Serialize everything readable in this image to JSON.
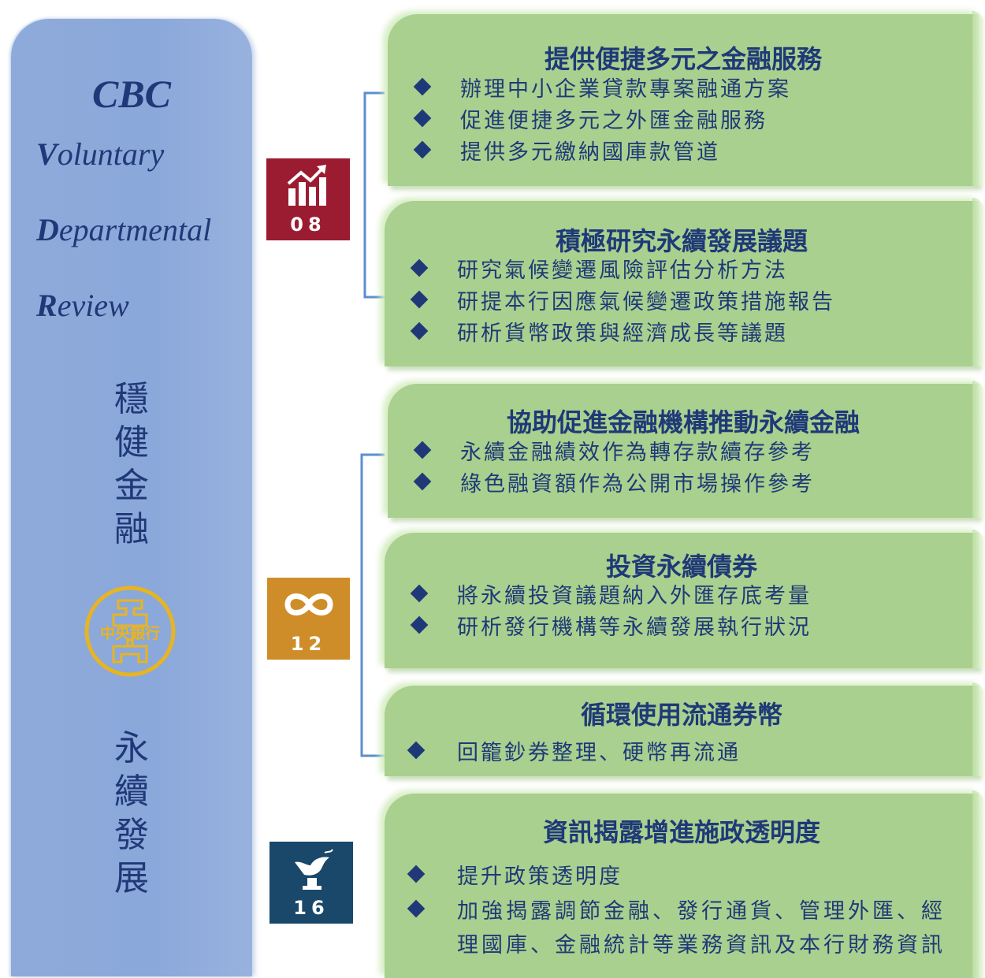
{
  "left_panel": {
    "acronym": "CBC",
    "words": [
      {
        "initial": "V",
        "rest": "oluntary"
      },
      {
        "initial": "D",
        "rest": "epartmental"
      },
      {
        "initial": "R",
        "rest": "eview"
      }
    ],
    "vertical_top": [
      "穩",
      "健",
      "金",
      "融"
    ],
    "vertical_bottom": [
      "永",
      "續",
      "發",
      "展"
    ],
    "seal_text": "中央銀行",
    "seal_color": "#e8b422"
  },
  "sdgs": [
    {
      "number": "08",
      "color": "#9b1c31",
      "icon": "rising-bar-chart-icon"
    },
    {
      "number": "12",
      "color": "#cf8d2a",
      "icon": "infinity-loop-icon"
    },
    {
      "number": "16",
      "color": "#19486a",
      "icon": "dove-gavel-icon"
    }
  ],
  "boxes": [
    {
      "title": "提供便捷多元之金融服務",
      "items": [
        "辦理中小企業貸款專案融通方案",
        "促進便捷多元之外匯金融服務",
        "提供多元繳納國庫款管道"
      ]
    },
    {
      "title": "積極研究永續發展議題",
      "items": [
        "研究氣候變遷風險評估分析方法",
        "研提本行因應氣候變遷政策措施報告",
        "研析貨幣政策與經濟成長等議題"
      ]
    },
    {
      "title": "協助促進金融機構推動永續金融",
      "items": [
        "永續金融績效作為轉存款續存參考",
        "綠色融資額作為公開市場操作參考"
      ]
    },
    {
      "title": "投資永續債券",
      "items": [
        "將永續投資議題納入外匯存底考量",
        "研析發行機構等永續發展執行狀況"
      ]
    },
    {
      "title": "循環使用流通券幣",
      "items": [
        "回籠鈔券整理、硬幣再流通"
      ]
    },
    {
      "title": "資訊揭露增進施政透明度",
      "items": [
        "提升政策透明度",
        "加強揭露調節金融、發行通貨、管理外匯、經",
        "理國庫、金融統計等業務資訊及本行財務資訊"
      ]
    }
  ],
  "colors": {
    "panel_blue": "#8eaadb",
    "text_navy": "#1f3978",
    "box_green": "#a9d08e",
    "bracket_blue": "#5b8fd0"
  }
}
